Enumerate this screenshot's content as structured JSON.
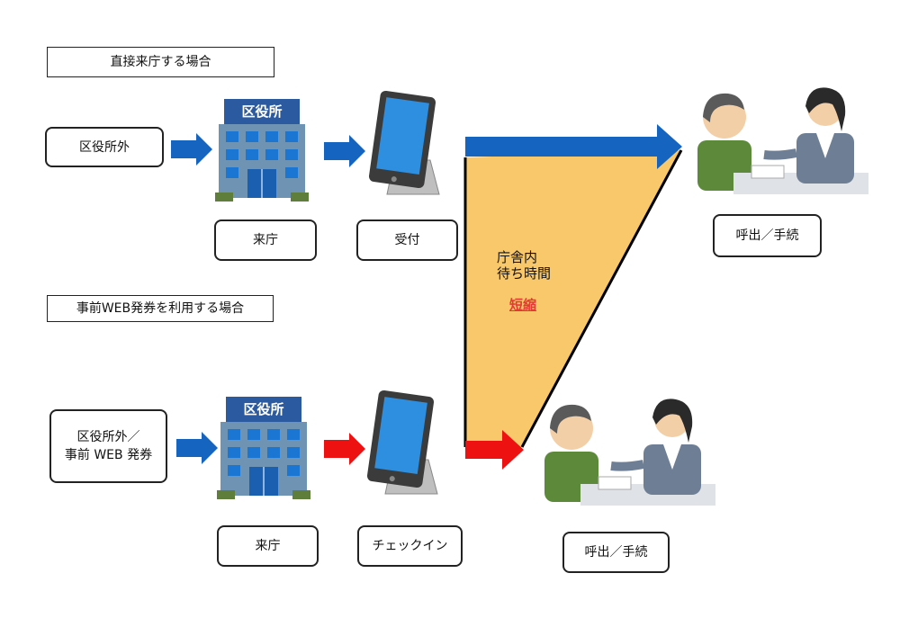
{
  "section1": {
    "header": "直接来庁する場合",
    "box_outside": "区役所外",
    "box_visit": "来庁",
    "box_reception": "受付",
    "box_call": "呼出／手続"
  },
  "section2": {
    "header": "事前WEB発券を利用する場合",
    "box_outside_line1": "区役所外／",
    "box_outside_line2": "事前 WEB 発券",
    "box_visit": "来庁",
    "box_checkin": "チェックイン",
    "box_call": "呼出／手続"
  },
  "building_sign": "区役所",
  "wait_label_line1": "庁舎内",
  "wait_label_line2": "待ち時間",
  "shorten_label": "短縮",
  "colors": {
    "blue_arrow": "#1565c0",
    "red_arrow": "#ee1111",
    "triangle_fill": "#f9c86a",
    "building": "#6f93b3",
    "building_sign": "#2c5aa0",
    "window": "#1a76d2",
    "tablet": "#3b3b3b",
    "stand": "#bfbfbf",
    "person_shirt": "#5c8a3a",
    "staff_suit": "#6e7f95"
  },
  "icons": [
    "office-building-icon",
    "reception-tablet-icon",
    "consultation-people-icon"
  ]
}
